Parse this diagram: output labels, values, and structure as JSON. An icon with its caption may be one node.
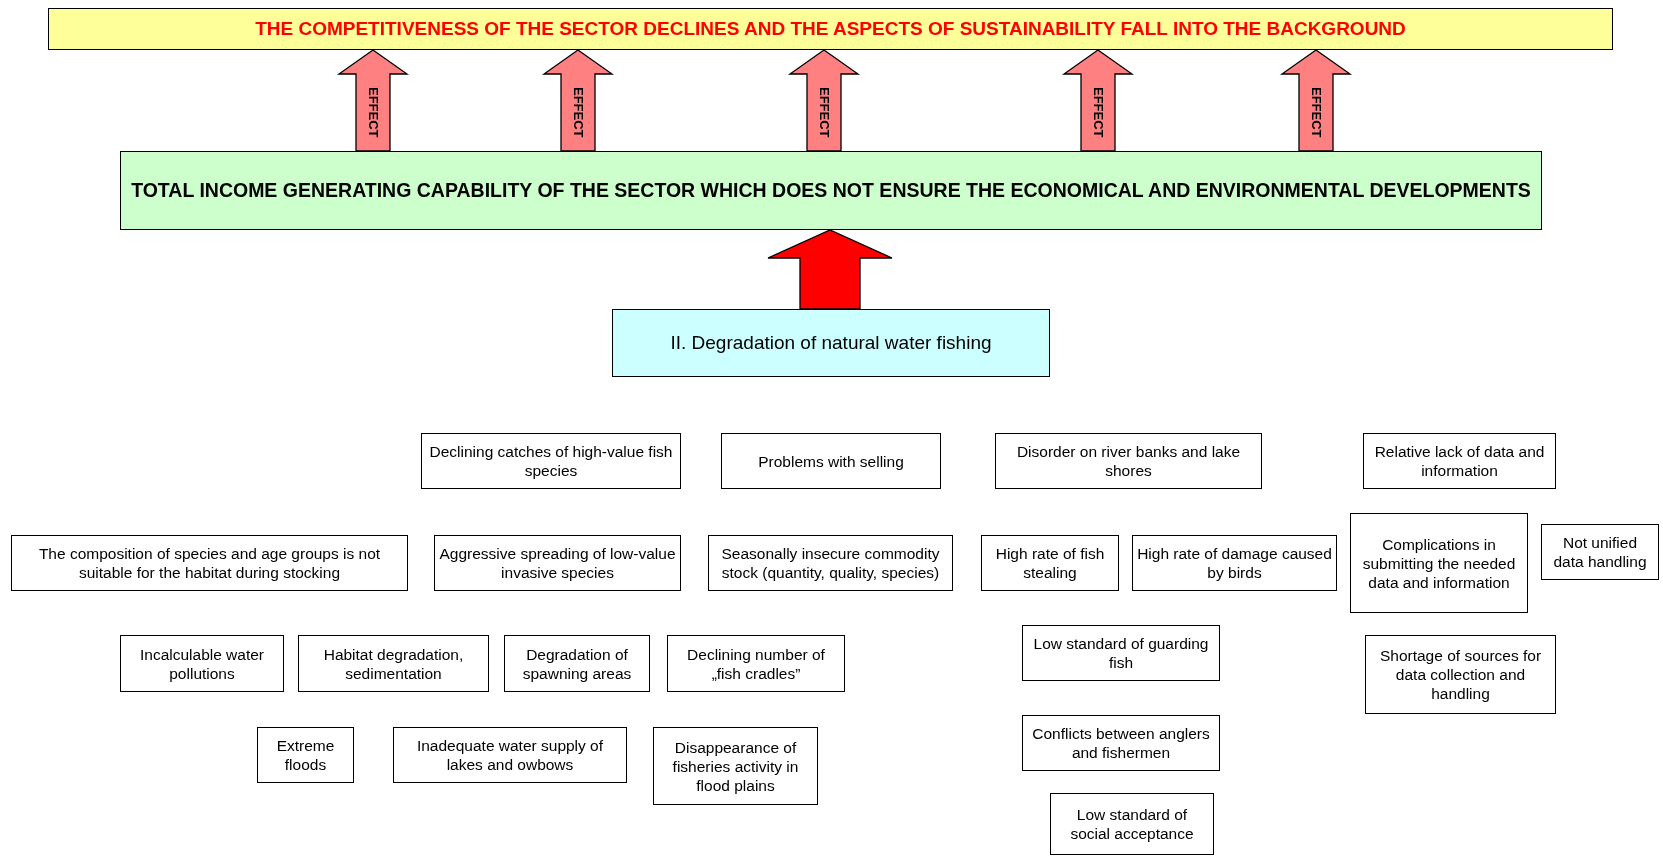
{
  "diagram": {
    "nodes": [
      {
        "text": [
          "THE COMPETITIVENESS OF THE SECTOR DECLINES AND THE ASPECTS OF SUSTAINABILITY FALL INTO THE BACKGROUND"
        ]
      },
      {
        "text": [
          "TOTAL INCOME GENERATING CAPABILITY OF THE SECTOR WHICH DOES NOT ENSURE THE ECONOMICAL AND ENVIRONMENTAL DEVELOPMENTS"
        ]
      },
      {
        "text": [
          "II. Degradation of natural water fishing"
        ]
      },
      {
        "text": [
          "Declining catches of high-value fish species"
        ]
      },
      {
        "text": [
          "Problems with selling"
        ]
      },
      {
        "text": [
          "Disorder on river banks and lake shores"
        ]
      },
      {
        "text": [
          "Relative lack of data and information"
        ]
      },
      {
        "text": [
          "The composition of species and age groups is not suitable for the habitat during stocking"
        ]
      },
      {
        "text": [
          "Aggressive spreading of low-value invasive species"
        ]
      },
      {
        "text": [
          "Seasonally insecure commodity stock (quantity, quality, species)"
        ]
      },
      {
        "text": [
          "High rate of fish stealing"
        ]
      },
      {
        "text": [
          "High rate of damage caused by birds"
        ]
      },
      {
        "text": [
          "Complications in submitting the needed data and information"
        ]
      },
      {
        "text": [
          "Not unified data handling"
        ]
      },
      {
        "text": [
          "Incalculable water pollutions"
        ]
      },
      {
        "text": [
          "Habitat degradation, sedimentation"
        ]
      },
      {
        "text": [
          "Degradation of spawning areas"
        ]
      },
      {
        "text": [
          "Declining number of „fish cradles”"
        ]
      },
      {
        "text": [
          "Low standard of guarding fish"
        ]
      },
      {
        "text": [
          "Shortage of sources for data collection and handling"
        ]
      },
      {
        "text": [
          "Extreme floods"
        ]
      },
      {
        "text": [
          "Inadequate water supply of lakes and owbows"
        ]
      },
      {
        "text": [
          "Disappearance of fisheries activity in flood plains"
        ]
      },
      {
        "text": [
          "Conflicts between anglers and fishermen"
        ]
      },
      {
        "text": [
          "Low standard of social acceptance"
        ]
      }
    ],
    "edges": [
      {
        "from": 1,
        "to": 0,
        "arrow": "to",
        "label": "EFFECT"
      },
      {
        "from": 1,
        "to": 0,
        "arrow": "to",
        "label": "EFFECT"
      },
      {
        "from": 1,
        "to": 0,
        "arrow": "to",
        "label": "EFFECT"
      },
      {
        "from": 1,
        "to": 0,
        "arrow": "to",
        "label": "EFFECT"
      },
      {
        "from": 1,
        "to": 0,
        "arrow": "to",
        "label": "EFFECT"
      },
      {
        "from": 2,
        "to": 1,
        "arrow": "to",
        "color": "#ff0000"
      }
    ]
  }
}
